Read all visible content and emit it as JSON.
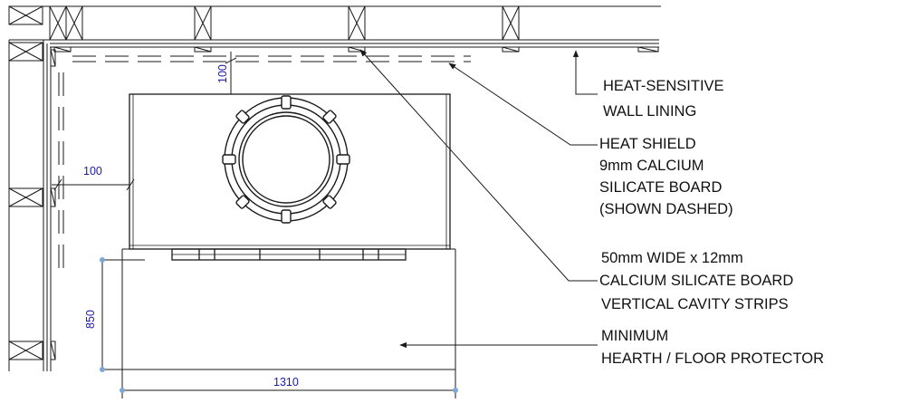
{
  "colors": {
    "line": "#1a1a1a",
    "dimension_text": "#1a1aa8",
    "dimension_marker": "#7fa7d4",
    "background": "#ffffff"
  },
  "dimensions": {
    "wall_clearance_top": "100",
    "wall_clearance_side": "100",
    "hearth_depth": "850",
    "hearth_width": "1310"
  },
  "labels": {
    "heat_sensitive": [
      "HEAT-SENSITIVE",
      "WALL LINING"
    ],
    "heat_shield": [
      "HEAT SHIELD",
      "9mm CALCIUM",
      "SILICATE BOARD",
      "(SHOWN DASHED)"
    ],
    "cavity_strips": [
      "50mm WIDE x 12mm",
      "CALCIUM SILICATE BOARD",
      "VERTICAL CAVITY STRIPS"
    ],
    "hearth": [
      "MINIMUM",
      "HEARTH / FLOOR PROTECTOR"
    ]
  }
}
